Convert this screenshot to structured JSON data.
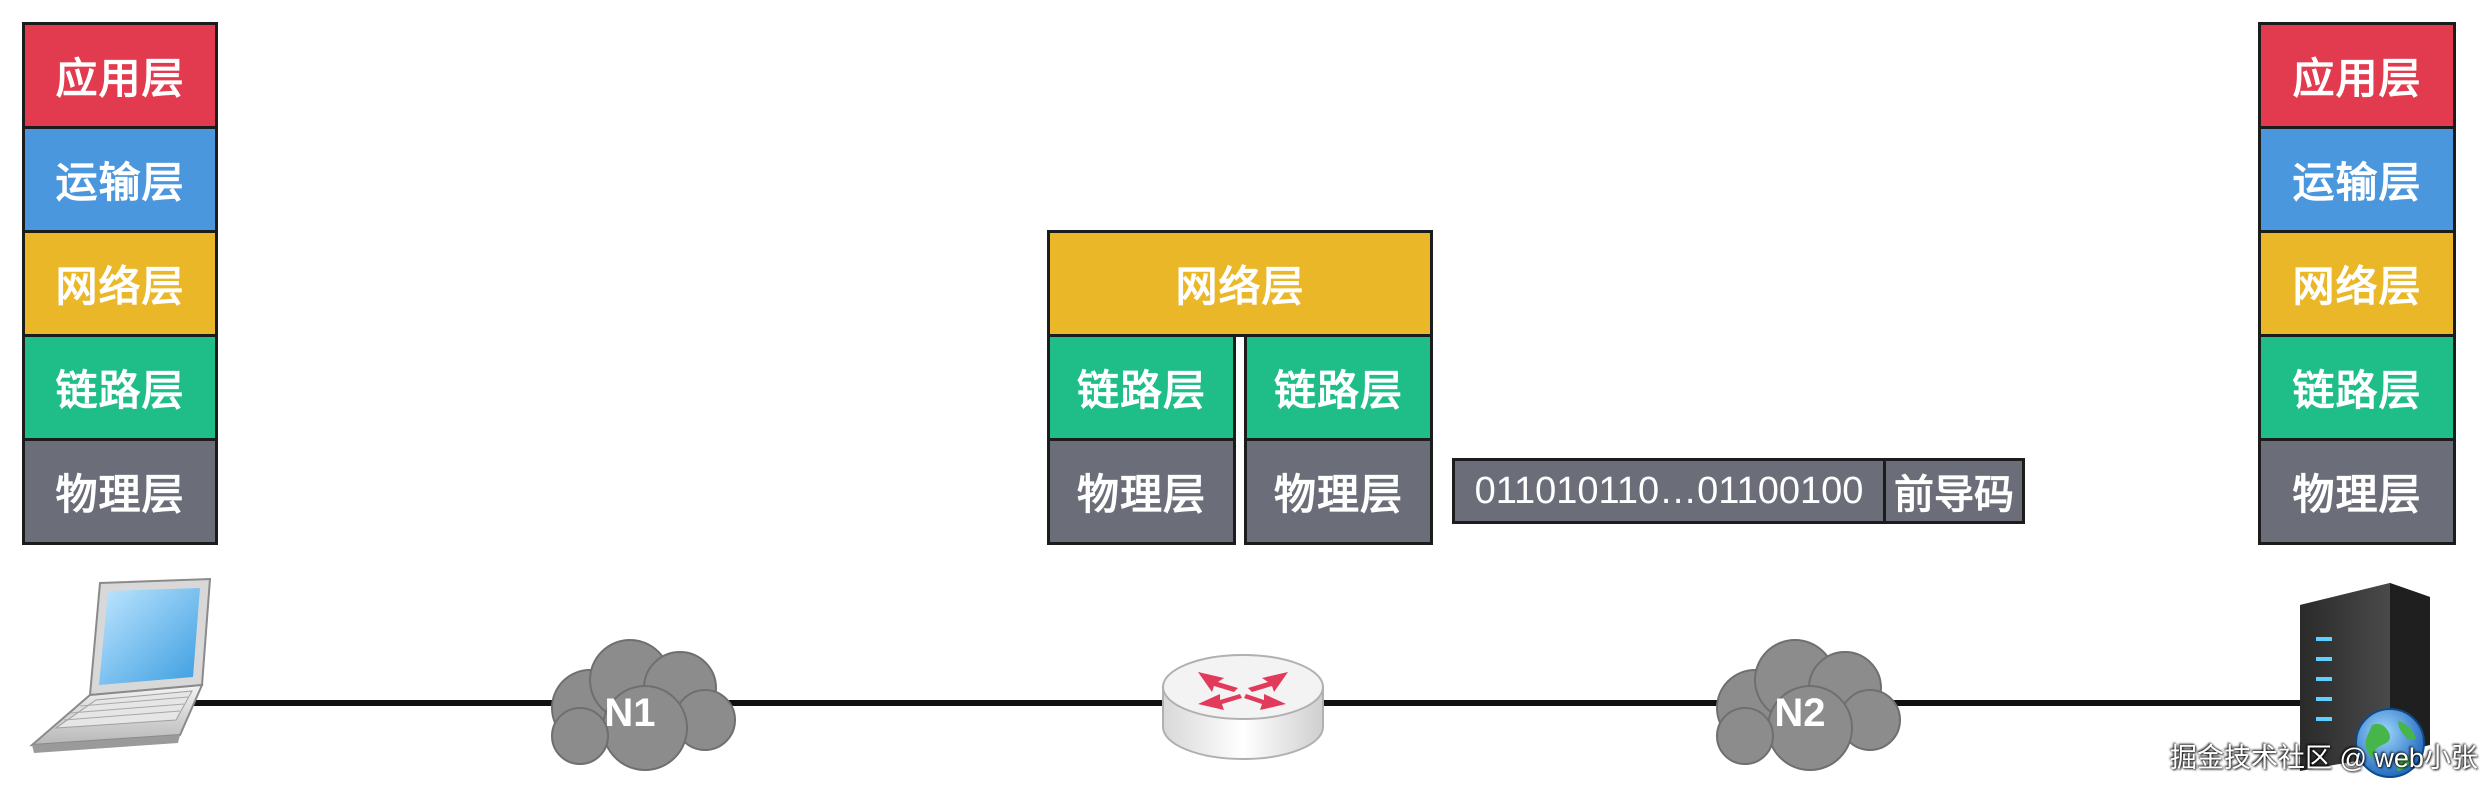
{
  "left_host": {
    "layers": [
      "应用层",
      "运输层",
      "网络层",
      "链路层",
      "物理层"
    ]
  },
  "router": {
    "network": "网络层",
    "left_link": "链路层",
    "right_link": "链路层",
    "left_physical": "物理层",
    "right_physical": "物理层"
  },
  "frame": {
    "bits": "011010110…01100100",
    "preamble": "前导码"
  },
  "right_host": {
    "layers": [
      "应用层",
      "运输层",
      "网络层",
      "链路层",
      "物理层"
    ]
  },
  "networks": {
    "n1": "N1",
    "n2": "N2"
  },
  "icons": {
    "laptop": "laptop-icon",
    "router": "router-icon",
    "server": "server-icon",
    "globe": "globe-icon",
    "cloud": "cloud-icon"
  },
  "colors": {
    "application": "#e23a4e",
    "transport": "#4b97dd",
    "network": "#eab728",
    "link": "#1fbd87",
    "physical": "#6b6e79"
  },
  "watermark": "掘金技术社区 @ web小张"
}
